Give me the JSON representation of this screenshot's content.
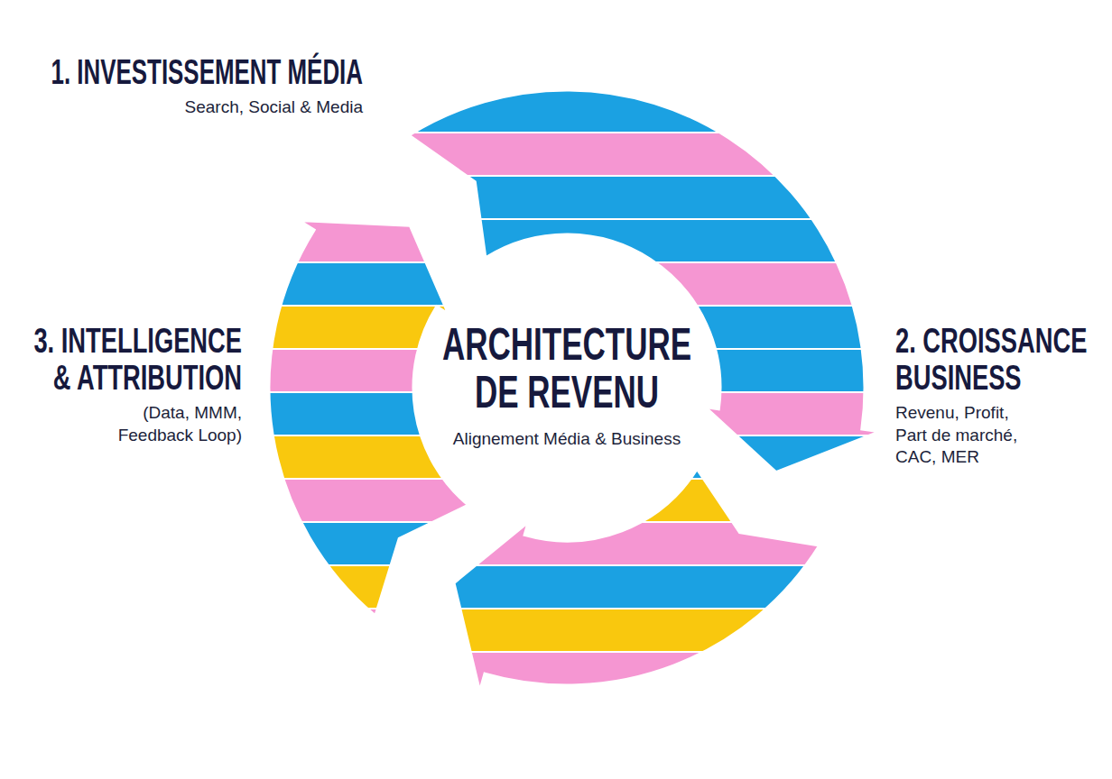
{
  "diagram": {
    "nodes": [
      {
        "text": [
          "1. INVESTISSEMENT MÉDIA",
          "Search, Social & Media"
        ]
      },
      {
        "text": [
          "2. CROISSANCE BUSINESS",
          "Revenu, Profit, Part de marché, CAC, MER"
        ]
      },
      {
        "text": [
          "3. INTELLIGENCE & ATTRIBUTION",
          "(Data, MMM, Feedback Loop)"
        ]
      },
      {
        "text": [
          "ARCHITECTURE DE REVENU",
          "Alignement Média & Business"
        ]
      }
    ],
    "edges": [
      {
        "from": 0,
        "to": 1,
        "arrow": "to"
      },
      {
        "from": 1,
        "to": 2,
        "arrow": "to"
      },
      {
        "from": 2,
        "to": 0,
        "arrow": "to"
      }
    ]
  }
}
